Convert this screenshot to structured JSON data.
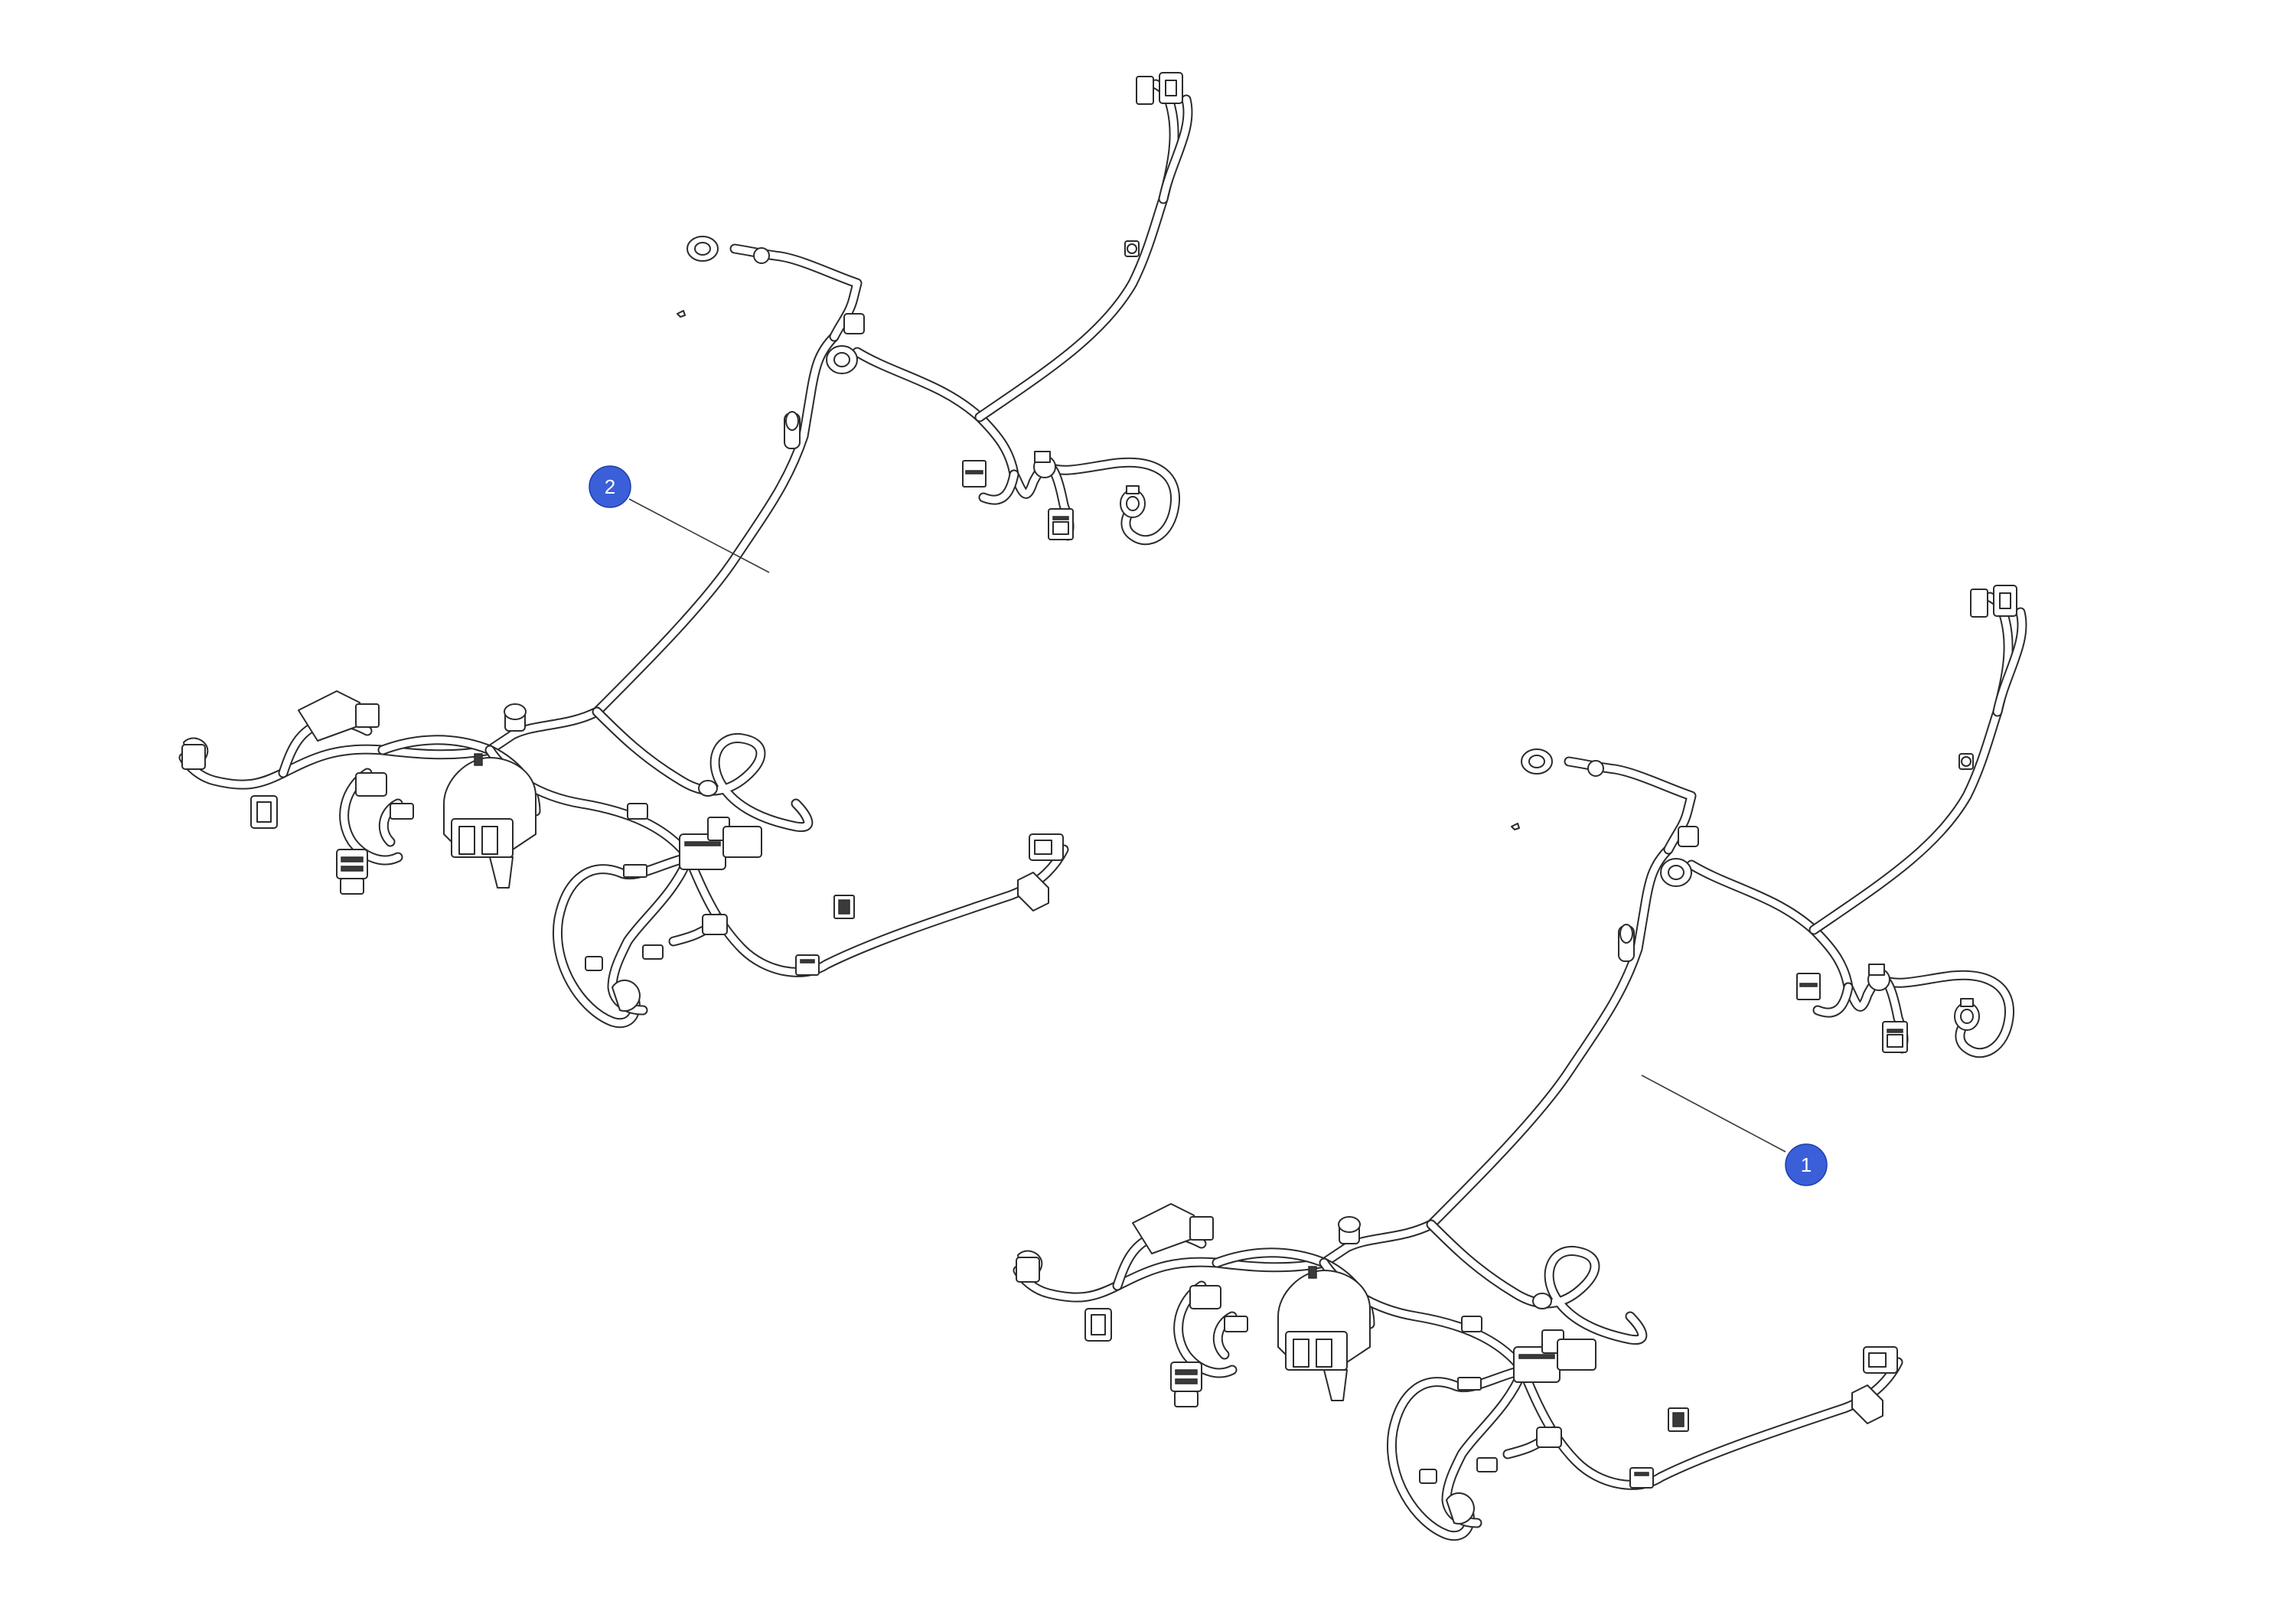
{
  "callouts": [
    {
      "label": "2",
      "color": "#3b5fd9"
    },
    {
      "label": "1",
      "color": "#3b5fd9"
    }
  ],
  "components": [
    {
      "name": "wiring-harness-upper-left"
    },
    {
      "name": "wiring-harness-lower-right"
    }
  ]
}
